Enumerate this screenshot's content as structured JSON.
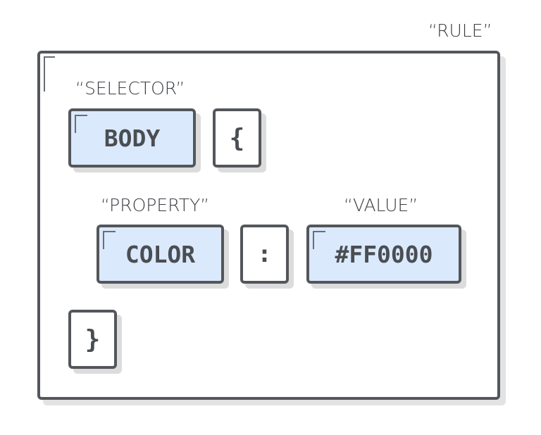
{
  "labels": {
    "rule": "“RULE”",
    "selector": "“SELECTOR”",
    "property": "“PROPERTY”",
    "value": "“VALUE”"
  },
  "tokens": {
    "selector": "BODY",
    "open_brace": "{",
    "property": "COLOR",
    "colon": ":",
    "value": "#FF0000",
    "close_brace": "}"
  },
  "colors": {
    "outline": "#53565b",
    "highlight_fill": "#dbe9fd",
    "text": "#4a4d52",
    "shadow": "#dcdcdc"
  }
}
